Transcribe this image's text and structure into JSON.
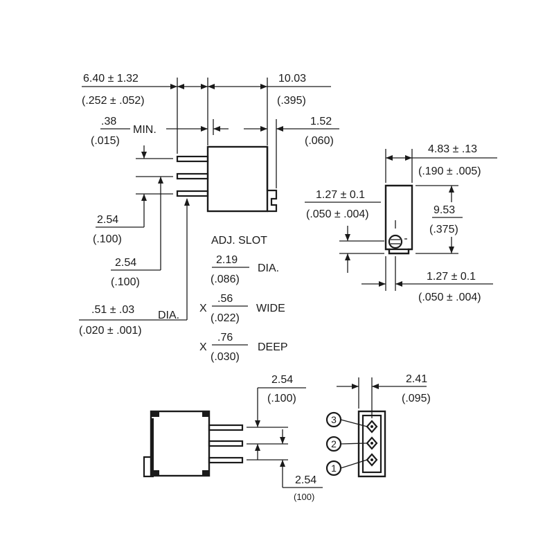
{
  "top_view": {
    "dim_width": {
      "nominal": "6.40 ± 1.32",
      "inch": "(.252 ± .052)"
    },
    "dim_length": {
      "nominal": "10.03",
      "inch": "(.395)"
    },
    "dim_min": {
      "nominal": ".38",
      "inch": "(.015)",
      "suffix": "MIN."
    },
    "dim_tab": {
      "nominal": "1.52",
      "inch": "(.060)"
    },
    "dim_pitch_a": {
      "nominal": "2.54",
      "inch": "(.100)"
    },
    "dim_pitch_b": {
      "nominal": "2.54",
      "inch": "(.100)"
    },
    "dim_pin_dia": {
      "nominal": ".51 ± .03",
      "inch": "(.020 ± .001)",
      "suffix": "DIA."
    },
    "adj_slot": {
      "label": "ADJ. SLOT",
      "dia": {
        "nominal": "2.19",
        "inch": "(.086)",
        "suffix": "DIA."
      },
      "wide": {
        "prefix": "X",
        "nominal": ".56",
        "inch": "(.022)",
        "suffix": "WIDE"
      },
      "deep": {
        "prefix": "X",
        "nominal": ".76",
        "inch": "(.030)",
        "suffix": "DEEP"
      }
    }
  },
  "side_view": {
    "dim_width": {
      "nominal": "4.83 ± .13",
      "inch": "(.190 ± .005)"
    },
    "dim_slot_pos": {
      "nominal": "1.27 ± 0.1",
      "inch": "(.050 ± .004)"
    },
    "dim_height": {
      "nominal": "9.53",
      "inch": "(.375)"
    },
    "dim_bottom": {
      "nominal": "1.27 ± 0.1",
      "inch": "(.050 ± .004)"
    }
  },
  "bottom_view": {
    "dim_pitch_a": {
      "nominal": "2.54",
      "inch": "(.100)"
    },
    "dim_pitch_b": {
      "nominal": "2.54",
      "inch": "(100)"
    },
    "dim_offset": {
      "nominal": "2.41",
      "inch": "(.095)"
    },
    "pins": [
      "3",
      "2",
      "1"
    ]
  }
}
